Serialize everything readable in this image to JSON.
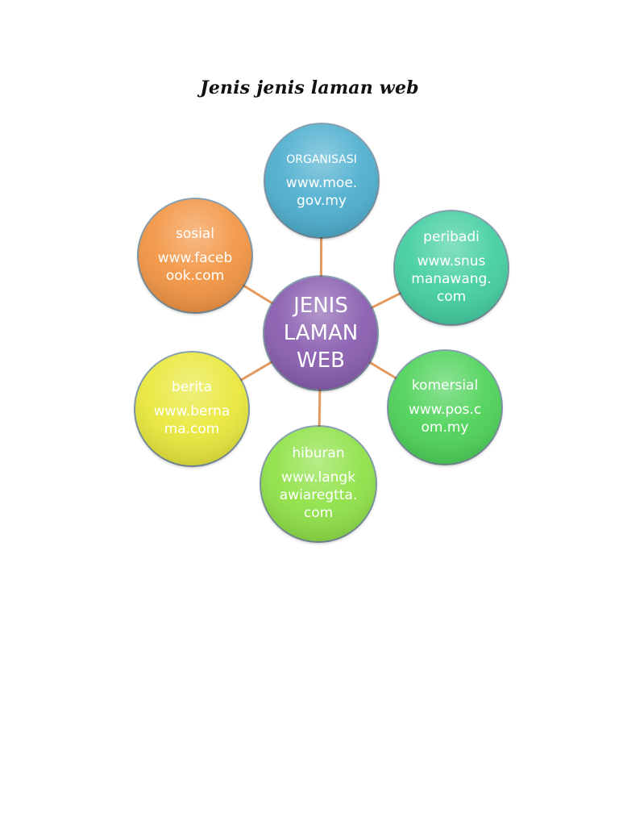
{
  "title": "Jenis jenis laman web",
  "center": {
    "lines": [
      "JENIS",
      "LAMAN",
      "WEB"
    ],
    "color": "#8a5fb0"
  },
  "connector_color": "#e49a5f",
  "nodes": [
    {
      "key": "organisasi",
      "category": "ORGANISASI",
      "url_lines": [
        "www.moe.",
        "gov.my"
      ],
      "color": "#4fb0cf"
    },
    {
      "key": "peribadi",
      "category": "peribadi",
      "url_lines": [
        "www.snus",
        "manawang.",
        "com"
      ],
      "color": "#45cfa2"
    },
    {
      "key": "komersial",
      "category": "komersial",
      "url_lines": [
        "www.pos.c",
        "om.my"
      ],
      "color": "#4fd35a"
    },
    {
      "key": "hiburan",
      "category": "hiburan",
      "url_lines": [
        "www.langk",
        "awiaregtta.",
        "com"
      ],
      "color": "#90e24a"
    },
    {
      "key": "berita",
      "category": "berita",
      "url_lines": [
        "www.berna",
        "ma.com"
      ],
      "color": "#e9e83e"
    },
    {
      "key": "sosial",
      "category": "sosial",
      "url_lines": [
        "www.faceb",
        "ook.com"
      ],
      "color": "#f39645"
    }
  ]
}
